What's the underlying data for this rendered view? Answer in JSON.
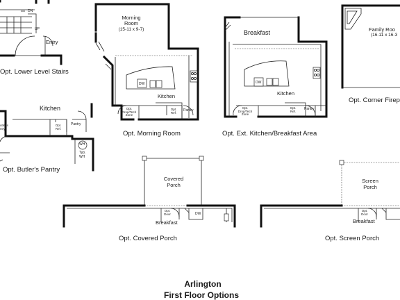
{
  "captions": {
    "lower_stairs": "Opt. Lower Level Stairs",
    "butlers_pantry": "Opt. Butler's Pantry",
    "morning_room": "Opt. Morning Room",
    "ext_kitchen": "Opt. Ext. Kitchen/Breakfast Area",
    "corner_fireplace": "Opt. Corner Fireplace",
    "covered_porch": "Opt. Covered Porch",
    "screen_porch": "Opt. Screen Porch"
  },
  "rooms": {
    "entry": "Entry",
    "kitchen_butler": "Kitchen",
    "butler_pantry_partial": "utler's\nntry",
    "morning_room_name": "Morning\nRoom",
    "morning_room_dims": "(15-11 x 9-7)",
    "kitchen_morning": "Kitchen",
    "breakfast_ext": "Breakfast",
    "kitchen_ext": "Kitchen",
    "family_room_name": "Family Roo",
    "family_room_dims": "(16-11 x 16-3",
    "covered_porch_name": "Covered\nPorch",
    "breakfast_covered": "Breakfast",
    "screen_porch_name": "Screen\nPorch",
    "breakfast_screen": "Breakfast"
  },
  "labels": {
    "dw": "DW",
    "opt_ref": "Opt.\nRef.",
    "pantry": "Pantry",
    "opt_drop_zone": "Opt.\nDrop/Tech\nZone",
    "wh": "WH",
    "typ_wh": "Typ.\nWH",
    "opt_door": "Opt.\nDoor",
    "up": "UP",
    "dn": "DN"
  },
  "title": {
    "line1": "Arlington",
    "line2": "First Floor Options"
  }
}
